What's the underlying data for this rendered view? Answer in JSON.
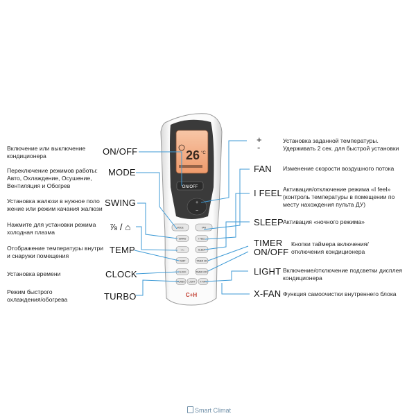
{
  "left_labels": [
    {
      "key": "onoff_left",
      "desc": "Включение или выключение кондиционера",
      "key_text": "ON/OFF"
    },
    {
      "key": "mode",
      "desc": "Переключение режимов работы: Авто, Охлаждение, Осушение, Вентиляция и Обогрев",
      "key_text": "MODE"
    },
    {
      "key": "swing",
      "desc": "Установка жалюзи в нужное поло жение или режим качания жалюзи",
      "key_text": "SWING"
    },
    {
      "key": "plasma",
      "desc": "Нажмите для установки режима холодная плазма",
      "key_text": "⅞ / ⌂"
    },
    {
      "key": "temp",
      "desc": "Отображение температуры внутри и снаружи помещения",
      "key_text": "TEMP"
    },
    {
      "key": "clock",
      "desc": "Установка времени",
      "key_text": "CLOCK"
    },
    {
      "key": "turbo",
      "desc": "Режим быстрого охлаждения/обогрева",
      "key_text": "TURBO"
    }
  ],
  "right_labels": [
    {
      "key": "plus",
      "key_text": "+",
      "desc": "Установка заданной температуры. Удерживать 2 сек. для быстрой установки"
    },
    {
      "key": "minus",
      "key_text": "-",
      "desc": ""
    },
    {
      "key": "fan",
      "key_text": "FAN",
      "desc": "Изменение скорости воздушного потока"
    },
    {
      "key": "ifeel",
      "key_text": "I FEEL",
      "desc": "Активация/отключение режима «I feel» (контроль температуры в помещении по месту нахождения пульта ДУ)"
    },
    {
      "key": "sleep",
      "key_text": "SLEEP",
      "desc": "Активация «ночного режима»"
    },
    {
      "key": "timer",
      "key_text": "TIMER ON/OFF",
      "desc": "Кнопки таймера включения/ отключения кондиционера"
    },
    {
      "key": "light",
      "key_text": "LIGHT",
      "desc": "Включение/отключение подсветки дисплея кондиционера"
    },
    {
      "key": "xfan",
      "key_text": "X-FAN",
      "desc": "Функция самоочистки внутреннего блока"
    }
  ],
  "remote": {
    "display_temp": "26",
    "display_unit": "°C",
    "onoff_button": "ON/OFF",
    "brand": "C+H",
    "buttons": [
      {
        "label": "MODE",
        "row": 0,
        "col": 0
      },
      {
        "label": "FAN",
        "row": 0,
        "col": 1
      },
      {
        "label": "SWING",
        "row": 1,
        "col": 0
      },
      {
        "label": "I FEEL",
        "row": 1,
        "col": 1
      },
      {
        "label": "☃/⌂",
        "row": 2,
        "col": 0
      },
      {
        "label": "SLEEP",
        "row": 2,
        "col": 1
      },
      {
        "label": "TEMP",
        "row": 3,
        "col": 0
      },
      {
        "label": "TIMER ON",
        "row": 3,
        "col": 1
      },
      {
        "label": "CLOCK",
        "row": 4,
        "col": 0
      },
      {
        "label": "TIMER OFF",
        "row": 4,
        "col": 1
      },
      {
        "label": "TURBO",
        "row": 5,
        "col": 0
      },
      {
        "label": "LIGHT",
        "row": 5,
        "col": 1
      },
      {
        "label": "X-FAN",
        "row": 5,
        "col": 2
      }
    ]
  },
  "footer": {
    "brand": "Smart Climat"
  },
  "colors": {
    "line": "#3d9ad6",
    "display_bg": "#f1a57b",
    "remote_body": "#f2f2f2",
    "dark_panel": "#3b3b3b"
  }
}
